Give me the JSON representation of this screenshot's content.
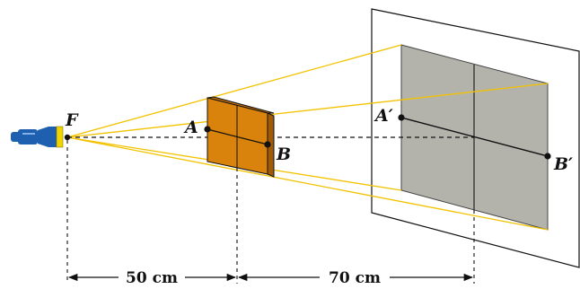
{
  "labels": {
    "source": "F",
    "point_a": "A",
    "point_b": "B",
    "image_a": "A′",
    "image_b": "B′"
  },
  "dimensions": {
    "source_to_object": "50 cm",
    "object_to_screen": "70 cm"
  },
  "colors": {
    "rays": "#f2c200",
    "object_front": "#d9820c",
    "object_side": "#a05a08",
    "shadow": "#b3b3ab",
    "flashlight_body": "#1f5fb0",
    "flashlight_head": "#f0d400",
    "lines": "#111111"
  },
  "icons": {
    "source": "flashlight-icon"
  }
}
